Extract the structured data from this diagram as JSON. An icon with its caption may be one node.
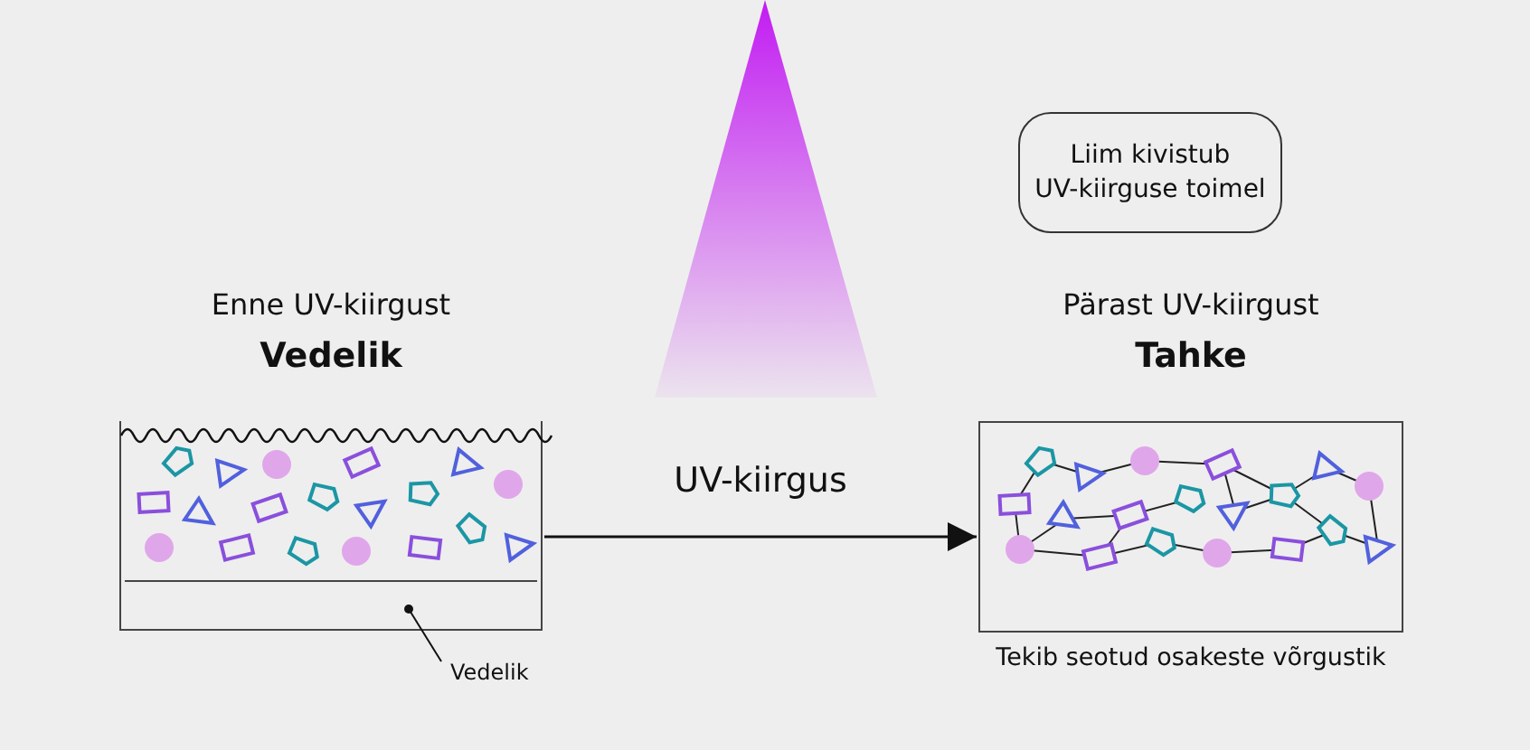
{
  "diagram": {
    "nodes": [
      {
        "text": [
          "Liim kivistub UV-kiirguse toimel"
        ]
      },
      {
        "text": [
          "Enne UV-kiirgust",
          "Vedelik"
        ]
      },
      {
        "text": [],
        "shape": "box",
        "in": 1
      },
      {
        "text": [
          "Vedelik"
        ]
      },
      {
        "text": [
          "Pärast UV-kiirgust",
          "Tahke"
        ],
        "beside": [
          "Tekib seotud osakeste võrgustik"
        ]
      }
    ],
    "edges": [
      {
        "from": 1,
        "to": 4,
        "arrow": "to",
        "label": "UV-kiirgus"
      },
      {
        "from": 3,
        "to": 2,
        "arrow": "other"
      }
    ]
  }
}
